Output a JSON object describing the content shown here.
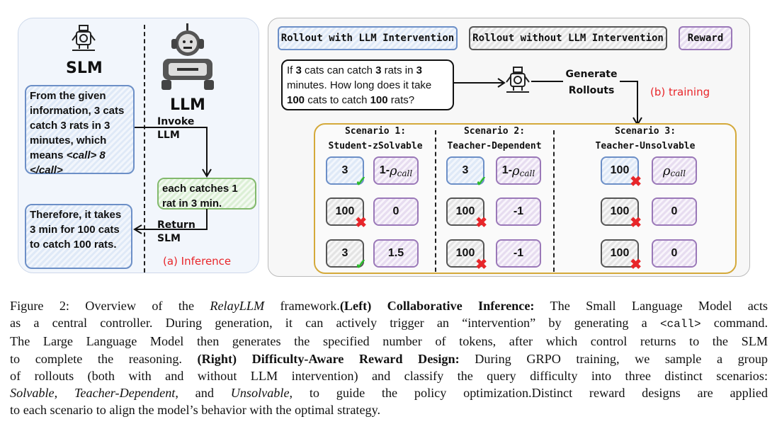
{
  "inference": {
    "slm_label": "SLM",
    "llm_label": "LLM",
    "slm_text_1": "From the given information, 3 cats catch 3 rats in 3 minutes, which means",
    "slm_call": "<call> 8 </call>",
    "invoke": "Invoke LLM",
    "llm_text": "each catches 1 rat in 3 min.",
    "return": "Return SLM",
    "slm_text_2": "Therefore, it takes 3 min for 100 cats to catch 100 rats.",
    "panel_label": "(a) Inference",
    "icons": [
      "robot-small-icon",
      "robot-large-icon"
    ]
  },
  "training": {
    "legend": [
      "Rollout with LLM Intervention",
      "Rollout without LLM Intervention",
      "Reward"
    ],
    "question_pre": "If ",
    "q1": "3",
    "q2": " cats can catch ",
    "q3": "3",
    "q4": " rats in ",
    "q5": "3",
    "q6": " minutes. How long does it take ",
    "q7": "100",
    "q8": " cats to catch ",
    "q9": "100",
    "q10": " rats?",
    "generate": "Generate Rollouts",
    "panel_label": "(b) training",
    "colors": {
      "with_llm": "#6c8fc7",
      "without_llm": "#555555",
      "reward": "#9a78b8",
      "container": "#d4a93a",
      "correct": "#2bbd2b",
      "wrong": "#e8262a"
    },
    "scenarios": [
      {
        "title": "Scenario 1:",
        "name": "Student-zSolvable",
        "rows": [
          {
            "answer": "3",
            "correct": true,
            "reward": "1-",
            "rho": "ρ",
            "sub": "call"
          },
          {
            "answer": "100",
            "correct": false,
            "reward": "0"
          },
          {
            "answer": "3",
            "correct": true,
            "reward": "1.5"
          }
        ]
      },
      {
        "title": "Scenario 2:",
        "name": "Teacher-Dependent",
        "rows": [
          {
            "answer": "3",
            "correct": true,
            "reward": "1-",
            "rho": "ρ",
            "sub": "call"
          },
          {
            "answer": "100",
            "correct": false,
            "reward": "-1"
          },
          {
            "answer": "100",
            "correct": false,
            "reward": "-1"
          }
        ]
      },
      {
        "title": "Scenario 3:",
        "name": "Teacher-Unsolvable",
        "rows": [
          {
            "answer": "100",
            "correct": false,
            "reward": "",
            "rho": "ρ",
            "sub": "call"
          },
          {
            "answer": "100",
            "correct": false,
            "reward": "0"
          },
          {
            "answer": "100",
            "correct": false,
            "reward": "0"
          }
        ]
      }
    ],
    "check": "✓",
    "cross": "✖"
  },
  "caption": {
    "l1a": "Figure 2: Overview of the ",
    "l1b": "RelayLLM",
    "l1c": "  framework.",
    "l1d": "(Left) Collaborative Inference:",
    "l1e": " The Small Language Model acts",
    "l2a": "as a central controller. During generation, it can actively trigger an “intervention” by generating a ",
    "l2b": "<call>",
    "l2c": " command.",
    "l3": "The Large Language Model then generates the specified number of tokens, after which control returns to the SLM",
    "l4a": "to complete the reasoning. ",
    "l4b": "(Right) Difficulty-Aware Reward Design:",
    "l4c": " During GRPO training, we sample a group",
    "l5": "of rollouts (both with and without LLM intervention) and classify the query difficulty into three distinct scenarios:",
    "l6a": "Solvable",
    "l6b": ", ",
    "l6c": "Teacher-Dependent",
    "l6d": ", and ",
    "l6e": "Unsolvable",
    "l6f": ", to guide the policy optimization.Distinct reward designs are applied",
    "l7": "to each scenario to align the model’s behavior with the optimal strategy."
  }
}
